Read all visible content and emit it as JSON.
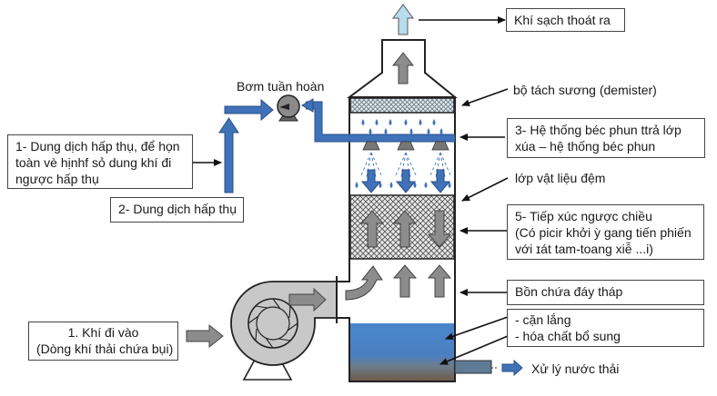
{
  "diagram": {
    "title": "Wet scrubber / packed absorption tower process diagram",
    "colors": {
      "liquid_blue": "#3f72b8",
      "gas_grey": "#8c8c8c",
      "clean_air": "#b9dbee",
      "water": "#4a86cc",
      "sludge": "#6b5a4a",
      "fan_body": "#c8c8c8",
      "outline": "#222222"
    },
    "labels": {
      "clean_gas_out": "Khí sạch thoát ra",
      "pump": "Bơm tuần hoàn",
      "demister": "bộ tách sương (demister)",
      "spray_system": [
        "3- Hệ thống béc phun ttrả lớp",
        "xúa – hệ thống béc phun"
      ],
      "packing_layer": "lớp vật liệu đệm",
      "counter_flow": [
        "5- Tiếp xúc ngược chiều",
        "(Có picir khởi ỳ gang tiến phiến",
        "với ɪát tam-toang xiễ ...i)"
      ],
      "sump": "Bồn chứa đáy tháp",
      "sediment": [
        "- cặn lắng",
        "- hóa chất bổ sung"
      ],
      "wastewater": "Xử lý nước thải",
      "absorbent_1": [
        "1- Dung dịch hấp thụ, để họn",
        "toàn vè hịnhf sỏ dung khí đi",
        "ngược hấp thụ"
      ],
      "absorbent_2": "2- Dung dịch hấp thụ",
      "gas_inlet": [
        "1. Khí đi vào",
        "(Dòng khí thải chứa bụi)"
      ]
    },
    "components": [
      {
        "id": "tower",
        "name": "Absorption tower"
      },
      {
        "id": "demister",
        "name": "Demister mesh"
      },
      {
        "id": "spray-header",
        "name": "Spray header with 3 nozzles"
      },
      {
        "id": "packing",
        "name": "Packed bed"
      },
      {
        "id": "sump",
        "name": "Bottom sump with water and sediment"
      },
      {
        "id": "fan",
        "name": "Centrifugal blower"
      },
      {
        "id": "pump",
        "name": "Recirculation pump"
      }
    ]
  }
}
